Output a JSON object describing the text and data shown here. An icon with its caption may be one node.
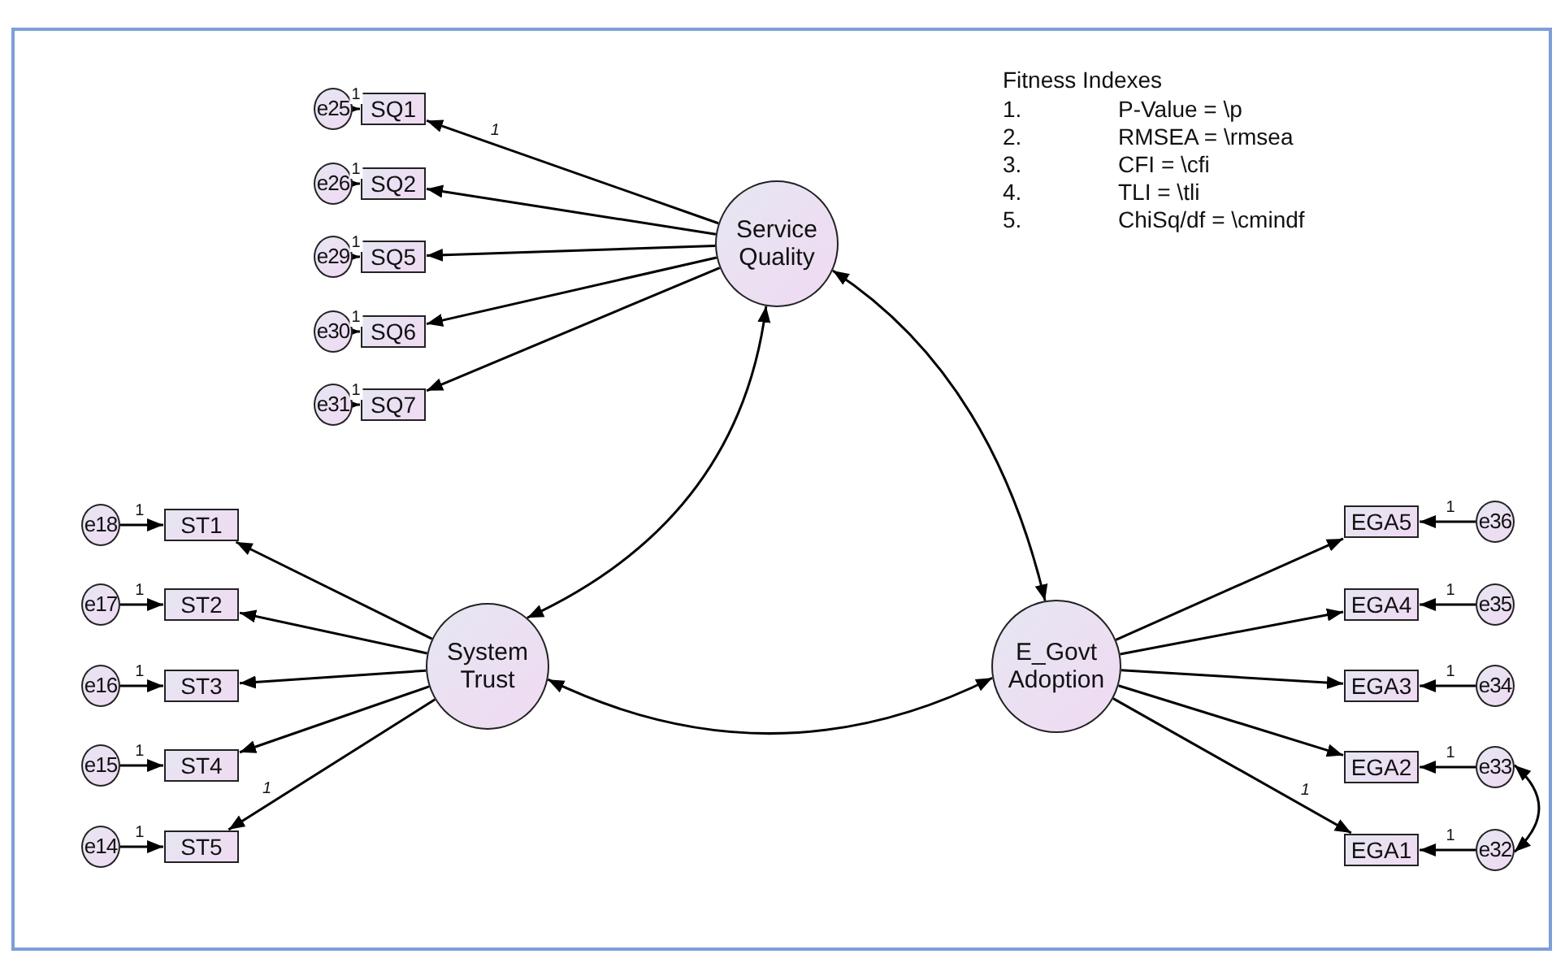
{
  "diagram": {
    "nodes": [
      {
        "text": [
          "Service Quality"
        ]
      },
      {
        "text": [
          "System Trust"
        ]
      },
      {
        "text": [
          "E_Govt Adoption"
        ]
      },
      {
        "text": [
          "SQ1"
        ]
      },
      {
        "text": [
          "SQ2"
        ]
      },
      {
        "text": [
          "SQ5"
        ]
      },
      {
        "text": [
          "SQ6"
        ]
      },
      {
        "text": [
          "SQ7"
        ]
      },
      {
        "text": [
          "e25"
        ]
      },
      {
        "text": [
          "e26"
        ]
      },
      {
        "text": [
          "e29"
        ]
      },
      {
        "text": [
          "e30"
        ]
      },
      {
        "text": [
          "e31"
        ]
      },
      {
        "text": [
          "ST1"
        ]
      },
      {
        "text": [
          "ST2"
        ]
      },
      {
        "text": [
          "ST3"
        ]
      },
      {
        "text": [
          "ST4"
        ]
      },
      {
        "text": [
          "ST5"
        ]
      },
      {
        "text": [
          "e18"
        ]
      },
      {
        "text": [
          "e17"
        ]
      },
      {
        "text": [
          "e16"
        ]
      },
      {
        "text": [
          "e15"
        ]
      },
      {
        "text": [
          "e14"
        ]
      },
      {
        "text": [
          "EGA5"
        ]
      },
      {
        "text": [
          "EGA4"
        ]
      },
      {
        "text": [
          "EGA3"
        ]
      },
      {
        "text": [
          "EGA2"
        ]
      },
      {
        "text": [
          "EGA1"
        ]
      },
      {
        "text": [
          "e36"
        ]
      },
      {
        "text": [
          "e35"
        ]
      },
      {
        "text": [
          "e34"
        ]
      },
      {
        "text": [
          "e33"
        ]
      },
      {
        "text": [
          "e32"
        ]
      }
    ],
    "edges": [
      {
        "from": 0,
        "to": 3,
        "arrow": "to",
        "label": "1"
      },
      {
        "from": 0,
        "to": 4,
        "arrow": "to"
      },
      {
        "from": 0,
        "to": 5,
        "arrow": "to"
      },
      {
        "from": 0,
        "to": 6,
        "arrow": "to"
      },
      {
        "from": 0,
        "to": 7,
        "arrow": "to"
      },
      {
        "from": 8,
        "to": 3,
        "arrow": "to",
        "label": "1"
      },
      {
        "from": 9,
        "to": 4,
        "arrow": "to",
        "label": "1"
      },
      {
        "from": 10,
        "to": 5,
        "arrow": "to",
        "label": "1"
      },
      {
        "from": 11,
        "to": 6,
        "arrow": "to",
        "label": "1"
      },
      {
        "from": 12,
        "to": 7,
        "arrow": "to",
        "label": "1"
      },
      {
        "from": 1,
        "to": 13,
        "arrow": "to"
      },
      {
        "from": 1,
        "to": 14,
        "arrow": "to"
      },
      {
        "from": 1,
        "to": 15,
        "arrow": "to"
      },
      {
        "from": 1,
        "to": 16,
        "arrow": "to"
      },
      {
        "from": 1,
        "to": 17,
        "arrow": "to",
        "label": "1"
      },
      {
        "from": 18,
        "to": 13,
        "arrow": "to",
        "label": "1"
      },
      {
        "from": 19,
        "to": 14,
        "arrow": "to",
        "label": "1"
      },
      {
        "from": 20,
        "to": 15,
        "arrow": "to",
        "label": "1"
      },
      {
        "from": 21,
        "to": 16,
        "arrow": "to",
        "label": "1"
      },
      {
        "from": 22,
        "to": 17,
        "arrow": "to",
        "label": "1"
      },
      {
        "from": 2,
        "to": 23,
        "arrow": "to"
      },
      {
        "from": 2,
        "to": 24,
        "arrow": "to"
      },
      {
        "from": 2,
        "to": 25,
        "arrow": "to"
      },
      {
        "from": 2,
        "to": 26,
        "arrow": "to"
      },
      {
        "from": 2,
        "to": 27,
        "arrow": "to",
        "label": "1"
      },
      {
        "from": 28,
        "to": 23,
        "arrow": "to",
        "label": "1"
      },
      {
        "from": 29,
        "to": 24,
        "arrow": "to",
        "label": "1"
      },
      {
        "from": 30,
        "to": 25,
        "arrow": "to",
        "label": "1"
      },
      {
        "from": 31,
        "to": 26,
        "arrow": "to",
        "label": "1"
      },
      {
        "from": 32,
        "to": 27,
        "arrow": "to",
        "label": "1"
      },
      {
        "from": 0,
        "to": 1,
        "arrow": "both"
      },
      {
        "from": 0,
        "to": 2,
        "arrow": "both"
      },
      {
        "from": 1,
        "to": 2,
        "arrow": "both"
      },
      {
        "from": 31,
        "to": 32,
        "arrow": "both"
      }
    ],
    "labels": [
      "Fitness Indexes",
      "1.",
      "P-Value = \\p",
      "2.",
      "RMSEA = \\rmsea",
      "3.",
      "CFI = \\cfi",
      "4.",
      "TLI = \\tli",
      "5.",
      "ChiSq/df = \\cmindf"
    ]
  }
}
